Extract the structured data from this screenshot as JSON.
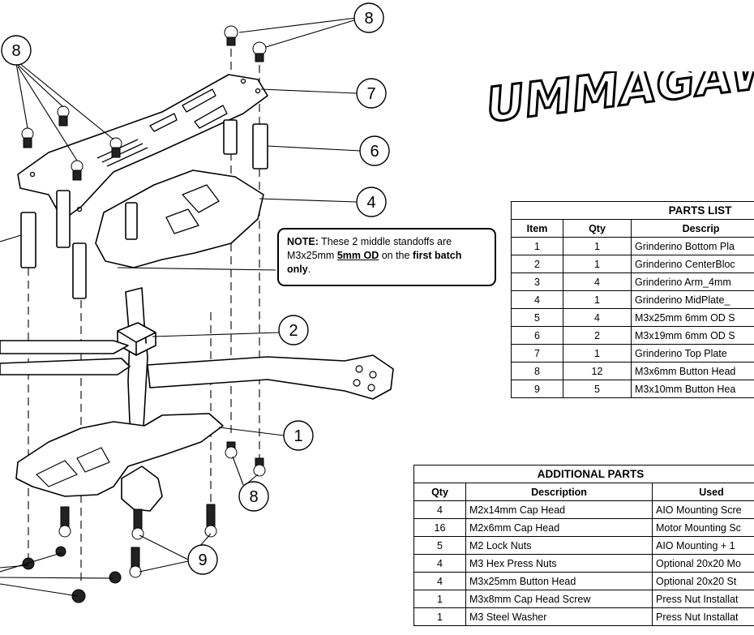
{
  "logo_text": "UMMAGAW",
  "callouts": [
    "1",
    "2",
    "4",
    "6",
    "7",
    "8",
    "8",
    "8",
    "9"
  ],
  "note": {
    "prefix": "NOTE:",
    "text1": " These 2 middle standoffs are M3x25mm ",
    "highlight": "5mm OD",
    "text2": " on the ",
    "bold2": "first",
    "text3": " ",
    "bold3": "batch only",
    "suffix": "."
  },
  "parts_list": {
    "title": "PARTS LIST",
    "headers": [
      "Item",
      "Qty",
      "Descrip"
    ],
    "rows": [
      [
        "1",
        "1",
        "Grinderino Bottom Pla"
      ],
      [
        "2",
        "1",
        "Grinderino CenterBloc"
      ],
      [
        "3",
        "4",
        "Grinderino Arm_4mm"
      ],
      [
        "4",
        "1",
        "Grinderino MidPlate_"
      ],
      [
        "5",
        "4",
        "M3x25mm 6mm OD S"
      ],
      [
        "6",
        "2",
        "M3x19mm 6mm OD S"
      ],
      [
        "7",
        "1",
        "Grinderino Top Plate"
      ],
      [
        "8",
        "12",
        "M3x6mm Button Head"
      ],
      [
        "9",
        "5",
        "M3x10mm Button Hea"
      ]
    ]
  },
  "additional_parts": {
    "title": "ADDITIONAL PARTS",
    "headers": [
      "Qty",
      "Description",
      "Used"
    ],
    "rows": [
      [
        "4",
        "M2x14mm Cap Head",
        "AIO Mounting Scre"
      ],
      [
        "16",
        "M2x6mm Cap Head",
        "Motor Mounting Sc"
      ],
      [
        "5",
        "M2 Lock Nuts",
        "AIO Mounting + 1"
      ],
      [
        "4",
        "M3 Hex Press Nuts",
        "Optional 20x20 Mo"
      ],
      [
        "4",
        "M3x25mm Button Head",
        "Optional 20x20 St"
      ],
      [
        "1",
        "M3x8mm Cap Head Screw",
        "Press Nut Installat"
      ],
      [
        "1",
        "M3 Steel Washer",
        "Press Nut Installat"
      ]
    ]
  }
}
